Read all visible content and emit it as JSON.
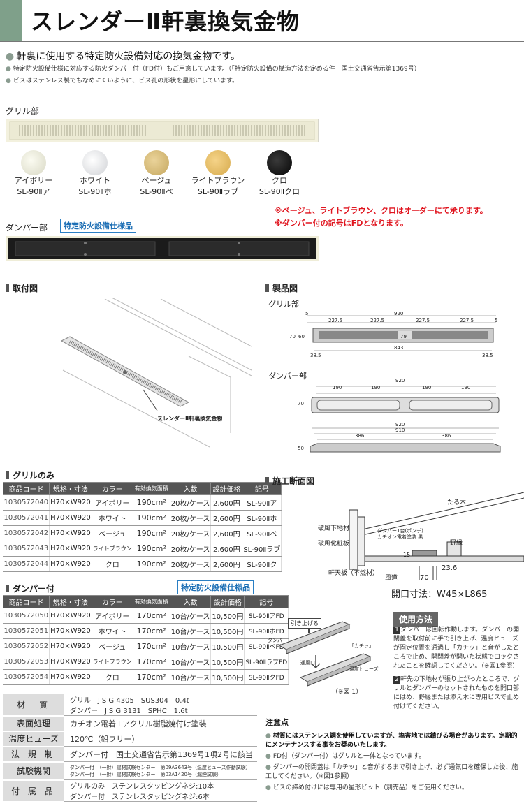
{
  "header": {
    "title": "スレンダーⅡ軒裏換気金物"
  },
  "intro": {
    "lead": "軒裏に使用する特定防火設備対応の換気金物です。",
    "line1": "特定防火設備仕様に対応する防火ダンパー付（FD付）もご用意しています。（「特定防火設備の構造方法を定める件」国土交通省告示第1369号）",
    "line2": "ビスはステンレス製でもなめにくいように、ビス孔の形状を星形にしています。"
  },
  "grill_section": {
    "heading": "グリル部"
  },
  "colors": [
    {
      "name": "アイボリー",
      "code": "SL-90Ⅱア",
      "hex": "#eeeede"
    },
    {
      "name": "ホワイト",
      "code": "SL-90Ⅱホ",
      "hex": "#eeeff1"
    },
    {
      "name": "ベージュ",
      "code": "SL-90Ⅱベ",
      "hex": "#d9c283"
    },
    {
      "name": "ライトブラウン",
      "code": "SL-90Ⅱラブ",
      "hex": "#e8c36e"
    },
    {
      "name": "クロ",
      "code": "SL-90Ⅱクロ",
      "hex": "#121212"
    }
  ],
  "notes_red": {
    "n1": "※ベージュ、ライトブラウン、クロはオーダーにて承ります。",
    "n2": "※ダンパー付の記号はFDとなります。"
  },
  "damper_section": {
    "heading": "ダンパー部",
    "tag": "特定防火設備仕様品"
  },
  "install": {
    "heading": "取付図",
    "callout": "スレンダーⅡ軒裏換気金物"
  },
  "product": {
    "heading": "製品図",
    "grill_label": "グリル部",
    "damper_label": "ダンパー部",
    "grill_dims": {
      "total": "920",
      "seg": "227.5",
      "edge": "5",
      "h70": "70",
      "h60": "60",
      "inner": "79",
      "bottom": "843",
      "side": "38.5"
    },
    "damper_dims": {
      "total": "920",
      "seg": "190",
      "h70": "70",
      "total2": "920",
      "inner2": "910",
      "seg2": "386",
      "h50": "50"
    }
  },
  "grill_table": {
    "heading": "グリルのみ",
    "headers": [
      "商品コード",
      "規格・寸法",
      "カラー",
      "有効換気面積",
      "入数",
      "設計価格",
      "記号"
    ],
    "rows": [
      [
        "1030572040",
        "H70×W920",
        "アイボリー",
        "190cm²",
        "20枚/ケース",
        "2,600円",
        "SL-90Ⅱア"
      ],
      [
        "1030572041",
        "H70×W920",
        "ホワイト",
        "190cm²",
        "20枚/ケース",
        "2,600円",
        "SL-90Ⅱホ"
      ],
      [
        "1030572042",
        "H70×W920",
        "ベージュ",
        "190cm²",
        "20枚/ケース",
        "2,600円",
        "SL-90Ⅱベ"
      ],
      [
        "1030572043",
        "H70×W920",
        "ライトブラウン",
        "190cm²",
        "20枚/ケース",
        "2,600円",
        "SL-90Ⅱラブ"
      ],
      [
        "1030572044",
        "H70×W920",
        "クロ",
        "190cm²",
        "20枚/ケース",
        "2,600円",
        "SL-90Ⅱク"
      ]
    ]
  },
  "damper_table": {
    "heading": "ダンパー付",
    "tag": "特定防火設備仕様品",
    "headers": [
      "商品コード",
      "規格・寸法",
      "カラー",
      "有効換気面積",
      "入数",
      "設計価格",
      "記号"
    ],
    "rows": [
      [
        "1030572050",
        "H70×W920",
        "アイボリー",
        "170cm²",
        "10台/ケース",
        "10,500円",
        "SL-90ⅡアFD"
      ],
      [
        "1030572051",
        "H70×W920",
        "ホワイト",
        "170cm²",
        "10台/ケース",
        "10,500円",
        "SL-90ⅡホFD"
      ],
      [
        "1030572052",
        "H70×W920",
        "ベージュ",
        "170cm²",
        "10台/ケース",
        "10,500円",
        "SL-90ⅡベFD"
      ],
      [
        "1030572053",
        "H70×W920",
        "ライトブラウン",
        "170cm²",
        "10台/ケース",
        "10,500円",
        "SL-90ⅡラブFD"
      ],
      [
        "1030572054",
        "H70×W920",
        "クロ",
        "170cm²",
        "10台/ケース",
        "10,500円",
        "SL-90ⅡクFD"
      ]
    ]
  },
  "materials": [
    {
      "label": "材　質",
      "l1": "グリル　JIS G 4305　SUS304　0.4t",
      "l2": "ダンパー　JIS G 3131　SPHC　1.6t"
    },
    {
      "label": "表面処理",
      "l1": "カチオン電着+アクリル樹脂焼付け塗装",
      "l2": ""
    },
    {
      "label": "温度ヒューズ",
      "l1": "120℃（鉛フリー）",
      "l2": ""
    },
    {
      "label": "法 規 制",
      "l1": "ダンパー付　国土交通省告示第1369号1項2号に該当",
      "l2": ""
    },
    {
      "label": "試験機関",
      "l1": "ダンパー付　（一財）建材試験センター　第09A3643号（温度ヒューズ作動試験）",
      "l2": "ダンパー付　（一財）建材試験センター　第03A1420号（漏煙試験）"
    },
    {
      "label": "付 属 品",
      "l1": "グリルのみ　ステンレスタッピングネジ:10本",
      "l2": "ダンパー付　ステンレスタッピングネジ:6本"
    }
  ],
  "section": {
    "heading": "施工断面図",
    "labels": {
      "taruki": "たる木",
      "hafu_shita": "破風下地材",
      "hafu_kesho": "破風化粧板",
      "damper_note1": "ダンパー1台(ポンデ)",
      "damper_note2": "カチオン電着塗装 黒",
      "nobuchi": "野縁",
      "nokiten": "軒天板（不燃材）",
      "fudo": "風道",
      "d15": "15",
      "d70": "70",
      "d236": "23.6"
    },
    "opening": "開口寸法：W45×L865"
  },
  "fig1": {
    "pull": "引き上げる",
    "damper": "ダンパー",
    "kachi": "「カチッ」",
    "vent": "通風口",
    "fuse": "温度ヒューズ",
    "caption": "（※図 1）"
  },
  "usage": {
    "heading": "使用方法",
    "s1num": "1",
    "s1": "ダンパーは回転作動します。ダンパーの開閉蓋を取付前に手で引き上げ、温度ヒューズが固定位置を通過し「カチッ」と音がしたところで止め、開閉蓋が開いた状態でロックされたことを確認してください。（※図1参照）",
    "s2num": "2",
    "s2": "軒先の下地材が張り上がったところで、グリルとダンパーのセットされたものを開口部にはめ、野縁または添え木に専用ビスで止め付けてください。"
  },
  "caution": {
    "heading": "注意点",
    "c1": "材質にはステンレス鋼を使用していますが、塩害地では錆びる場合があります。定期的にメンテナンスする事をお奨めいたします。",
    "c2": "FD付（ダンパー付）はグリルと一体となっています。",
    "c3": "ダンパーの開閉蓋は「カチッ」と音がするまで引き上げ、必ず通気口を確保した後、施工してください。（※図1参照）",
    "c4": "ビスの締め付けには専用の星形ビット（別売品）をご使用ください。"
  }
}
